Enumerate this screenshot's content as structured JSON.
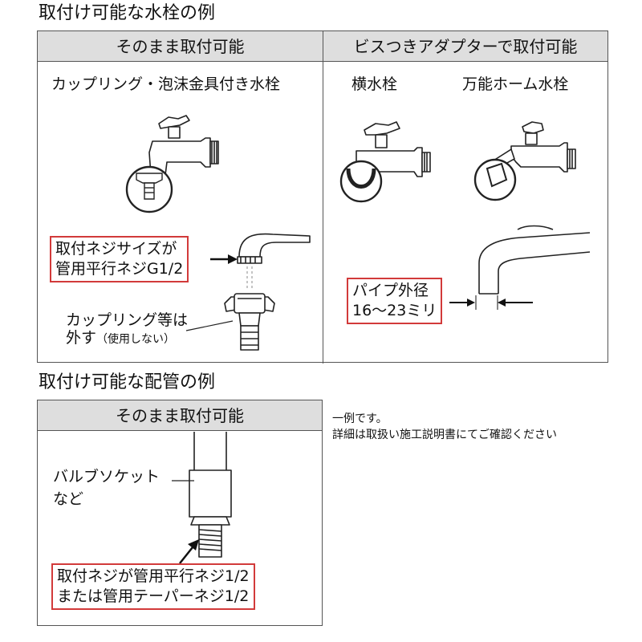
{
  "faucet_section": {
    "title": "取付け可能な水栓の例",
    "left": {
      "header": "そのまま取付可能",
      "caption": "カップリング・泡沫金具付き水栓",
      "thread_note": [
        "取付ネジサイズが",
        "管用平行ネジG1/2"
      ],
      "coupling_note": [
        "カップリング等は",
        "外す"
      ],
      "coupling_note_small": "（使用しない）"
    },
    "right": {
      "header": "ビスつきアダプターで取付可能",
      "caption_a": "横水栓",
      "caption_b": "万能ホーム水栓",
      "pipe_note": [
        "パイプ外径",
        "16～23ミリ"
      ]
    }
  },
  "pipe_section": {
    "title": "取付け可能な配管の例",
    "header": "そのまま取付可能",
    "socket_label": [
      "バルブソケット",
      "など"
    ],
    "thread_note": [
      "取付ネジが管用平行ネジ1/2",
      "または管用テーパーネジ1/2"
    ],
    "side_note": [
      "一例です。",
      "詳細は取扱い施工説明書にてご確認ください"
    ]
  }
}
